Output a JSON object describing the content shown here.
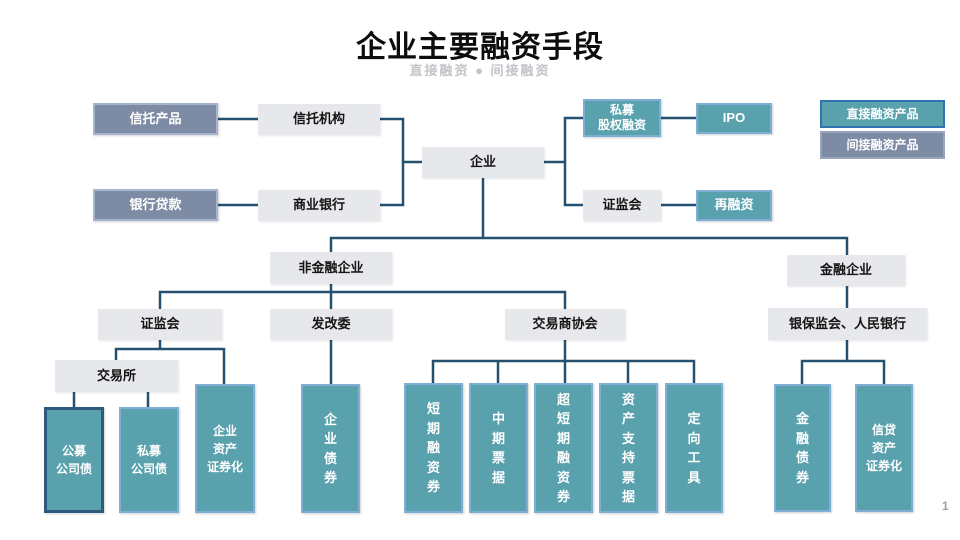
{
  "slide": {
    "title": "企业主要融资手段",
    "subtitle": "直接融资 ● 间接融资",
    "page_number": "1"
  },
  "legend": {
    "direct_label": "直接融资产品",
    "indirect_label": "间接融资产品"
  },
  "colors": {
    "teal_fill": "#58A1AD",
    "teal_border": "#7FAFD4",
    "grayblue_fill": "#7D8BA5",
    "grayblue_border": "#A7B4CE",
    "lightgray_fill": "#E7E8EB",
    "connector_line": "#24516F",
    "legend_direct_border": "#2E74B5",
    "public_bond_border": "#2B5B7F",
    "subtitle_gray": "#C3C4C8"
  },
  "nodes": {
    "trust_product": "信托产品",
    "trust_institution": "信托机构",
    "enterprise": "企业",
    "private_equity": "私募\n股权融资",
    "ipo": "IPO",
    "bank_loan": "银行贷款",
    "commercial_bank": "商业银行",
    "csrc_top": "证监会",
    "refinancing": "再融资",
    "non_financial_enterprise": "非金融企业",
    "financial_enterprise": "金融企业",
    "csrc_left": "证监会",
    "ndrc": "发改委",
    "nafmii": "交易商协会",
    "cbirc_pboc": "银保监会、人民银行",
    "exchange": "交易所",
    "public_corp_bond": "公募\n公司债",
    "private_corp_bond": "私募\n公司债",
    "enterprise_abs": "企业\n资产\n证券化",
    "enterprise_bond": "企\n业\n债\n券",
    "short_term_cp": "短\n期\n融\n资\n券",
    "mtn": "中\n期\n票\n据",
    "super_short_cp": "超\n短\n期\n融\n资\n券",
    "abn": "资\n产\n支\n持\n票\n据",
    "ppn": "定\n向\n工\n具",
    "financial_bond": "金\n融\n债\n券",
    "credit_abs": "信贷\n资产\n证券化"
  }
}
